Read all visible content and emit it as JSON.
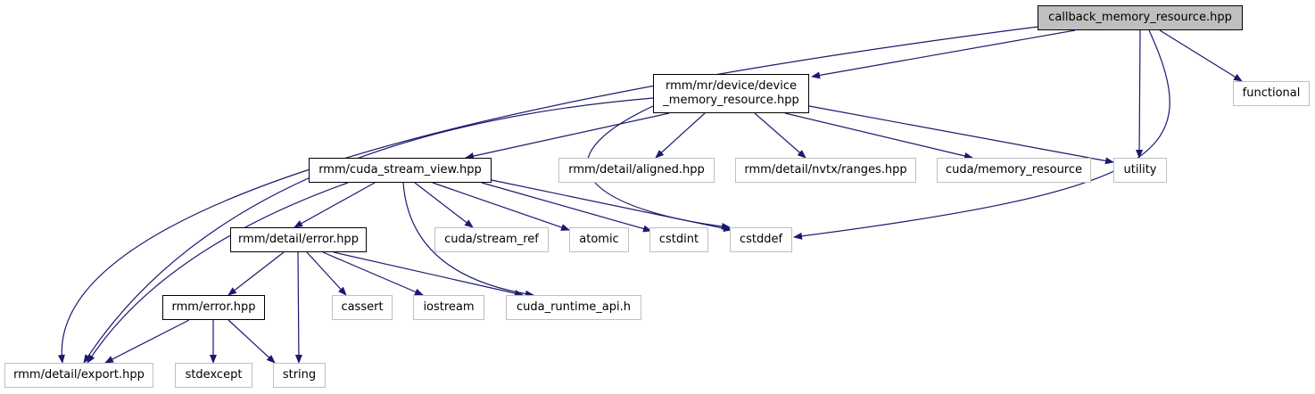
{
  "graph": {
    "edge_color": "#191970",
    "nodes": [
      {
        "id": "root",
        "label": "callback_memory_resource.hpp",
        "kind": "root"
      },
      {
        "id": "dev",
        "label": "rmm/mr/device/device\n_memory_resource.hpp",
        "kind": "doc"
      },
      {
        "id": "functional",
        "label": "functional",
        "kind": "ext"
      },
      {
        "id": "csv",
        "label": "rmm/cuda_stream_view.hpp",
        "kind": "doc"
      },
      {
        "id": "aligned",
        "label": "rmm/detail/aligned.hpp",
        "kind": "ext"
      },
      {
        "id": "nvtx",
        "label": "rmm/detail/nvtx/ranges.hpp",
        "kind": "ext"
      },
      {
        "id": "memres",
        "label": "cuda/memory_resource",
        "kind": "ext"
      },
      {
        "id": "utility",
        "label": "utility",
        "kind": "ext"
      },
      {
        "id": "err",
        "label": "rmm/detail/error.hpp",
        "kind": "doc"
      },
      {
        "id": "streamref",
        "label": "cuda/stream_ref",
        "kind": "ext"
      },
      {
        "id": "atomic",
        "label": "atomic",
        "kind": "ext"
      },
      {
        "id": "cstdint",
        "label": "cstdint",
        "kind": "ext"
      },
      {
        "id": "cstddef",
        "label": "cstddef",
        "kind": "ext"
      },
      {
        "id": "rerr",
        "label": "rmm/error.hpp",
        "kind": "doc"
      },
      {
        "id": "cassert",
        "label": "cassert",
        "kind": "ext"
      },
      {
        "id": "iostream",
        "label": "iostream",
        "kind": "ext"
      },
      {
        "id": "cuda_rt",
        "label": "cuda_runtime_api.h",
        "kind": "ext"
      },
      {
        "id": "export",
        "label": "rmm/detail/export.hpp",
        "kind": "ext"
      },
      {
        "id": "stdexcept",
        "label": "stdexcept",
        "kind": "ext"
      },
      {
        "id": "string",
        "label": "string",
        "kind": "ext"
      }
    ],
    "edges": [
      {
        "from": "root",
        "to": "export"
      },
      {
        "from": "root",
        "to": "dev"
      },
      {
        "from": "root",
        "to": "utility"
      },
      {
        "from": "root",
        "to": "cstddef"
      },
      {
        "from": "root",
        "to": "functional"
      },
      {
        "from": "dev",
        "to": "export"
      },
      {
        "from": "dev",
        "to": "csv"
      },
      {
        "from": "dev",
        "to": "cstddef"
      },
      {
        "from": "dev",
        "to": "aligned"
      },
      {
        "from": "dev",
        "to": "nvtx"
      },
      {
        "from": "dev",
        "to": "memres"
      },
      {
        "from": "dev",
        "to": "utility"
      },
      {
        "from": "csv",
        "to": "export"
      },
      {
        "from": "csv",
        "to": "err"
      },
      {
        "from": "csv",
        "to": "cuda_rt"
      },
      {
        "from": "csv",
        "to": "streamref"
      },
      {
        "from": "csv",
        "to": "atomic"
      },
      {
        "from": "csv",
        "to": "cstdint"
      },
      {
        "from": "csv",
        "to": "cstddef"
      },
      {
        "from": "err",
        "to": "rerr"
      },
      {
        "from": "err",
        "to": "string"
      },
      {
        "from": "err",
        "to": "cassert"
      },
      {
        "from": "err",
        "to": "iostream"
      },
      {
        "from": "err",
        "to": "cuda_rt"
      },
      {
        "from": "rerr",
        "to": "export"
      },
      {
        "from": "rerr",
        "to": "stdexcept"
      },
      {
        "from": "rerr",
        "to": "string"
      }
    ]
  }
}
